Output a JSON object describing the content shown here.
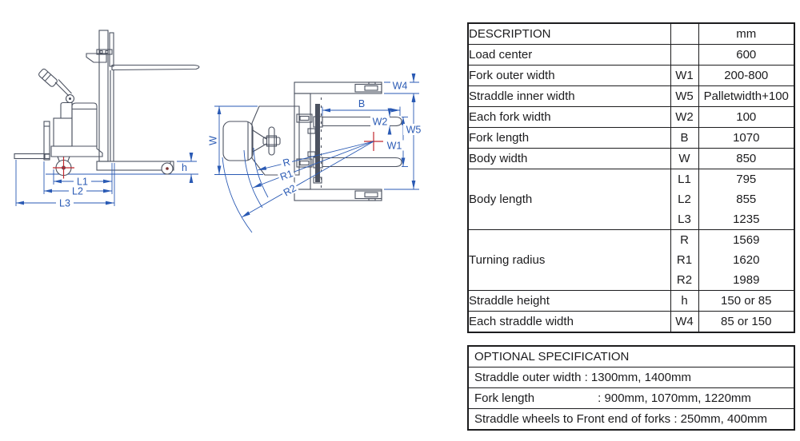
{
  "spec_table": {
    "header": {
      "description": "DESCRIPTION",
      "symbol": "",
      "unit": "mm"
    },
    "rows": [
      {
        "description": "Load center",
        "symbol": "",
        "value": "600"
      },
      {
        "description": "Fork outer width",
        "symbol": "W1",
        "value": "200-800"
      },
      {
        "description": "Straddle inner width",
        "symbol": "W5",
        "value": "Palletwidth+100"
      },
      {
        "description": "Each fork width",
        "symbol": "W2",
        "value": "100"
      },
      {
        "description": "Fork length",
        "symbol": "B",
        "value": "1070"
      },
      {
        "description": "Body width",
        "symbol": "W",
        "value": "850"
      },
      {
        "description": "Body length",
        "symbol": "L1",
        "value": "795"
      },
      {
        "description": "",
        "symbol": "L2",
        "value": "855"
      },
      {
        "description": "",
        "symbol": "L3",
        "value": "1235"
      },
      {
        "description": "Turning radius",
        "symbol": "R",
        "value": "1569"
      },
      {
        "description": "",
        "symbol": "R1",
        "value": "1620"
      },
      {
        "description": "",
        "symbol": "R2",
        "value": "1989"
      },
      {
        "description": "Straddle height",
        "symbol": "h",
        "value": "150 or 85"
      },
      {
        "description": "Each straddle width",
        "symbol": "W4",
        "value": "85 or 150"
      }
    ]
  },
  "optional_table": {
    "title": "OPTIONAL SPECIFICATION",
    "rows": [
      {
        "label": "Straddle outer width",
        "value": ": 1300mm, 1400mm"
      },
      {
        "label": "Fork length",
        "value": ": 900mm, 1070mm, 1220mm"
      },
      {
        "label": "Straddle wheels to Front end of forks",
        "value": ": 250mm, 400mm"
      }
    ]
  },
  "diagram": {
    "labels": {
      "l1": "L1",
      "l2": "L2",
      "l3": "L3",
      "h": "h",
      "w": "W",
      "b": "B",
      "w1": "W1",
      "w2": "W2",
      "w4": "W4",
      "w5": "W5",
      "r": "R",
      "r1": "R1",
      "r2": "R2"
    },
    "colors": {
      "dimension_blue": "#2a5ab4",
      "outline_gray": "#4c5260",
      "marker_red": "#c1272d"
    }
  }
}
